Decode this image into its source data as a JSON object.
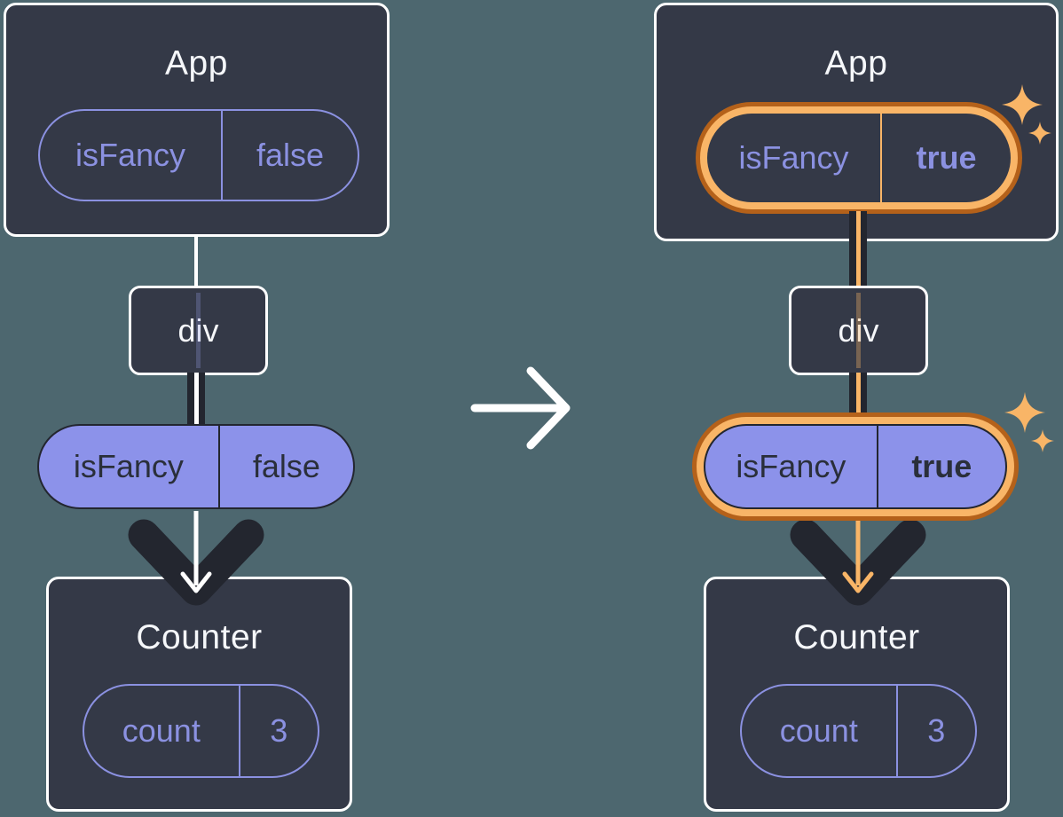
{
  "colors": {
    "background": "#4D676F",
    "panel": "#343947",
    "panel_border": "#FFFFFF",
    "purple_outline": "#8B91E1",
    "purple_fill": "#8C92EA",
    "dark_arrow": "#23262F",
    "arrow_core_before": "#FFFFFF",
    "arrow_core_after": "#F9B567",
    "highlight_ring_outer": "#B4611A",
    "highlight_ring_inner": "#F9B567",
    "sparkle": "#F9B567",
    "title_text": "#F5F7FA"
  },
  "before_tree": {
    "app": {
      "title": "App",
      "state_pill": {
        "name": "isFancy",
        "value": "false"
      }
    },
    "middle_node": {
      "label": "div"
    },
    "prop_pill": {
      "name": "isFancy",
      "value": "false"
    },
    "counter": {
      "title": "Counter",
      "state_pill": {
        "name": "count",
        "value": "3"
      }
    }
  },
  "after_tree": {
    "app": {
      "title": "App",
      "state_pill": {
        "name": "isFancy",
        "value": "true",
        "emphasized": true
      }
    },
    "middle_node": {
      "label": "div"
    },
    "prop_pill": {
      "name": "isFancy",
      "value": "true",
      "emphasized": true
    },
    "counter": {
      "title": "Counter",
      "state_pill": {
        "name": "count",
        "value": "3"
      }
    }
  },
  "icons": {
    "transition": "right-arrow",
    "flow": "down-arrow",
    "highlight": "sparkles"
  }
}
